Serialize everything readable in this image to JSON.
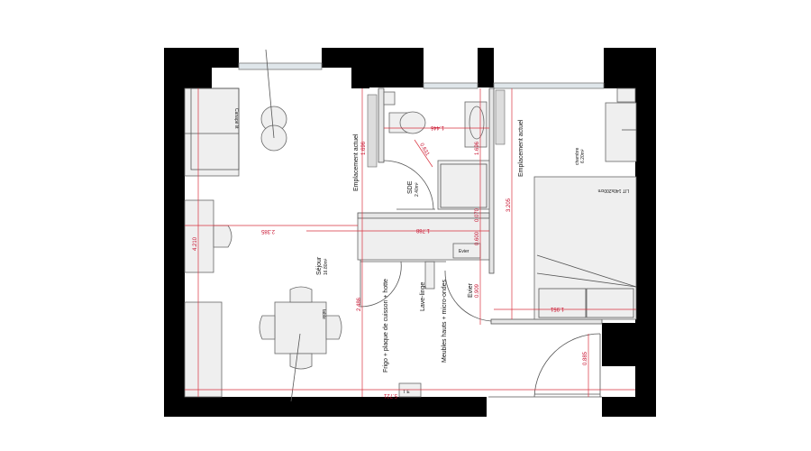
{
  "plan": {
    "rooms": {
      "sejour": {
        "name": "Séjour",
        "area": "16.80m²"
      },
      "sde": {
        "name": "SDE",
        "area": "2.40m²"
      },
      "chambre": {
        "name": "chambre",
        "area": "6.20m²"
      }
    },
    "labels": {
      "emplacement_left": "Emplacement actuel",
      "emplacement_right": "Emplacement actuel",
      "frigo": "Frigo + plaque de cuisson + hotte",
      "lave_linge": "Lave-linge",
      "meubles": "Meubles hauts + micro-ondes",
      "evier_label": "Evier",
      "evier_sink": "Evier",
      "lit": "LIT 140x200cm",
      "canape": "Canapé lit",
      "table": "table",
      "te": "T E"
    },
    "dimensions": {
      "d_4210": "4.210",
      "d_2385": "2.385",
      "d_1696a": "1.696",
      "d_1696b": "1.696",
      "d_1446": "1.446",
      "d_0631": "0.631",
      "d_1788": "1.788",
      "d_0070": "0.070",
      "d_0600": "0.600",
      "d_0909": "0.909",
      "d_2486": "2.486",
      "d_3205": "3.205",
      "d_1951": "1.951",
      "d_0885": "0.885",
      "d_5721": "5.721"
    }
  }
}
